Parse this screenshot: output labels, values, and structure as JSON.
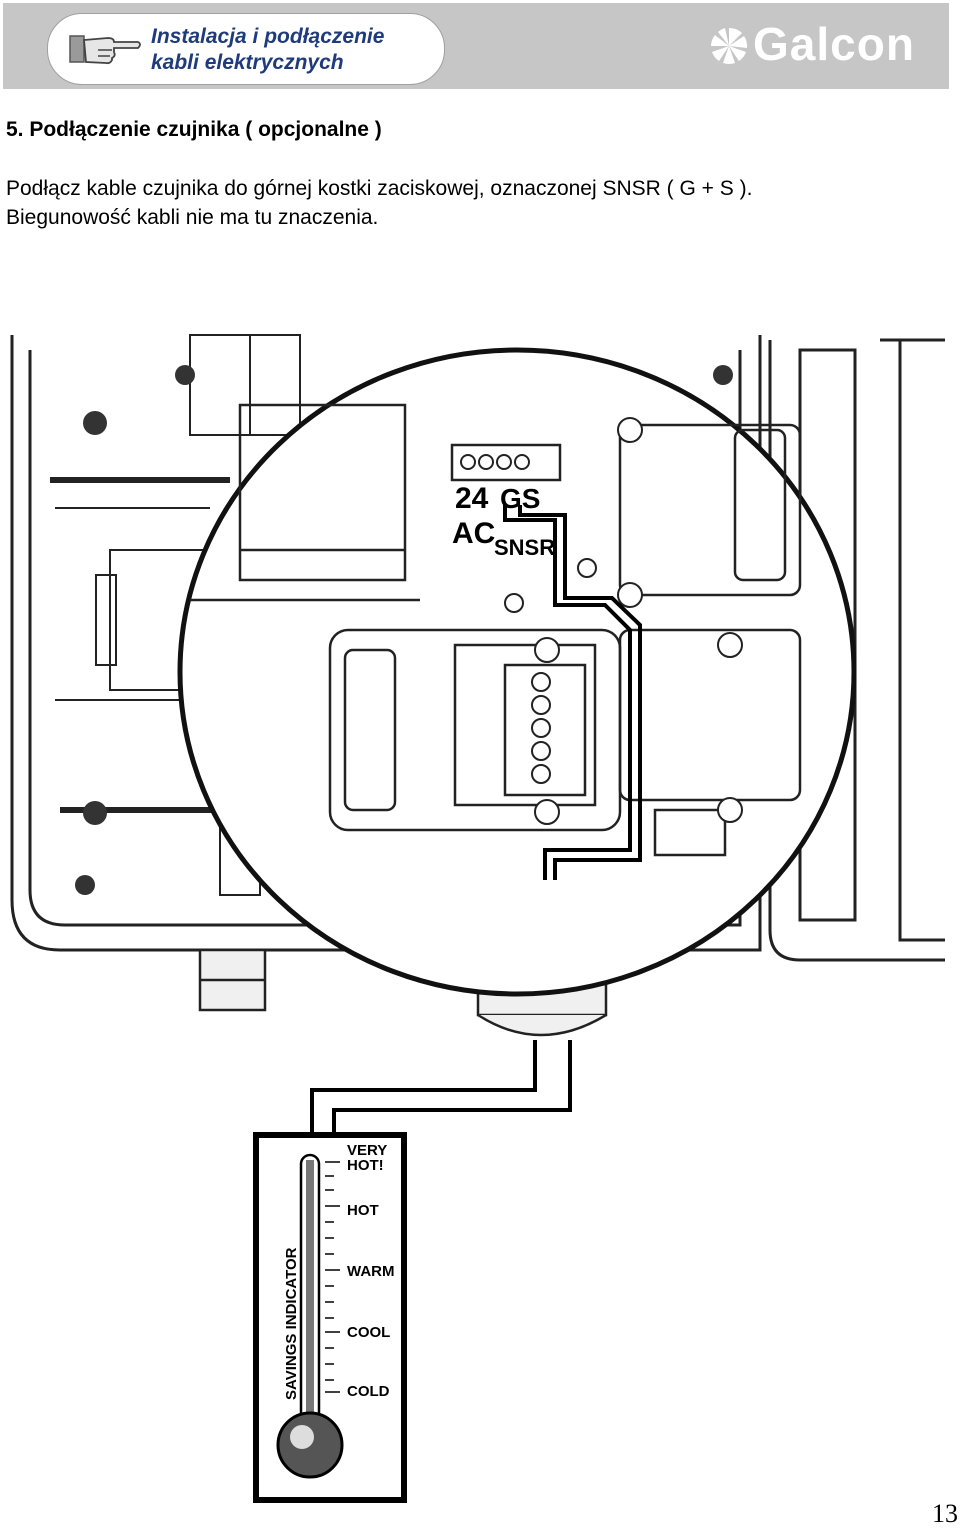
{
  "header": {
    "title_line1": "Instalacja i podłączenie",
    "title_line2": "kabli elektrycznych",
    "brand": "Galcon",
    "icon": "pointing-hand-icon",
    "brand_icon": "galcon-logo-icon"
  },
  "section": {
    "title": "5.  Podłączenie czujnika ( opcjonalne )"
  },
  "body": {
    "line1": "Podłącz kable czujnika do górnej kostki zaciskowej, oznaczonej SNSR ( G + S ).",
    "line2": "Biegunowość kabli nie ma tu znaczenia."
  },
  "diagram": {
    "label_24": "24",
    "label_ac": "AC",
    "label_gs": "GS",
    "label_snsr": "SNSR",
    "sensor": {
      "title": "SAVINGS INDICATOR",
      "levels": [
        "VERY",
        "HOT!",
        "HOT",
        "WARM",
        "COOL",
        "COLD"
      ]
    }
  },
  "footer": {
    "page_number": "13"
  }
}
